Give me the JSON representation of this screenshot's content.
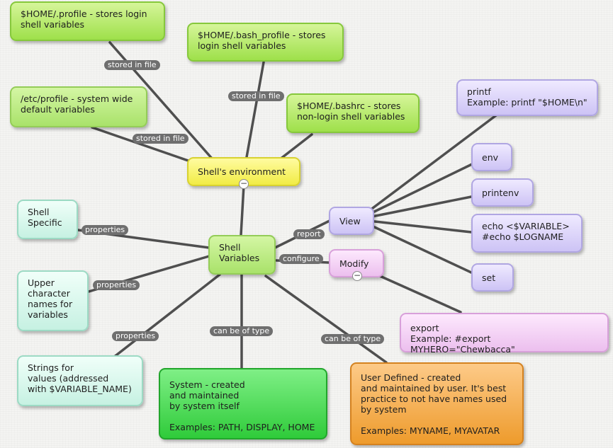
{
  "nodes": {
    "profile": "$HOME/.profile - stores login\nshell variables",
    "bash_profile": "$HOME/.bash_profile - stores\nlogin shell variables",
    "etc_profile": "/etc/profile - system wide\ndefault variables",
    "bashrc": "$HOME/.bashrc - stores\nnon-login shell variables",
    "shell_env": "Shell's environment",
    "printf": "printf\nExample: printf \"$HOME\\n\"",
    "env": "env",
    "printenv": "printenv",
    "echo": "echo <$VARIABLE>\n#echo $LOGNAME",
    "set": "set",
    "view": "View",
    "modify": "Modify",
    "export": "export\nExample: #export MYHERO=\"Chewbacca\"",
    "shell_vars": "Shell\nVariables",
    "shell_specific": "Shell\nSpecific",
    "upper_names": "Upper\ncharacter\nnames for\nvariables",
    "strings": "Strings for\nvalues (addressed\nwith $VARIABLE_NAME)",
    "system": "System - created\nand maintained\nby system itself\n\nExamples: PATH, DISPLAY, HOME",
    "user_defined": "User Defined - created\nand maintained by user. It's best\npractice to not have names used\nby system\n\nExamples: MYNAME, MYAVATAR"
  },
  "labels": {
    "stored_in_file": "stored in file",
    "properties": "properties",
    "report": "report",
    "configure": "configure",
    "can_be_of_type": "can be of type"
  },
  "controls": {
    "collapse_symbol": "−"
  }
}
